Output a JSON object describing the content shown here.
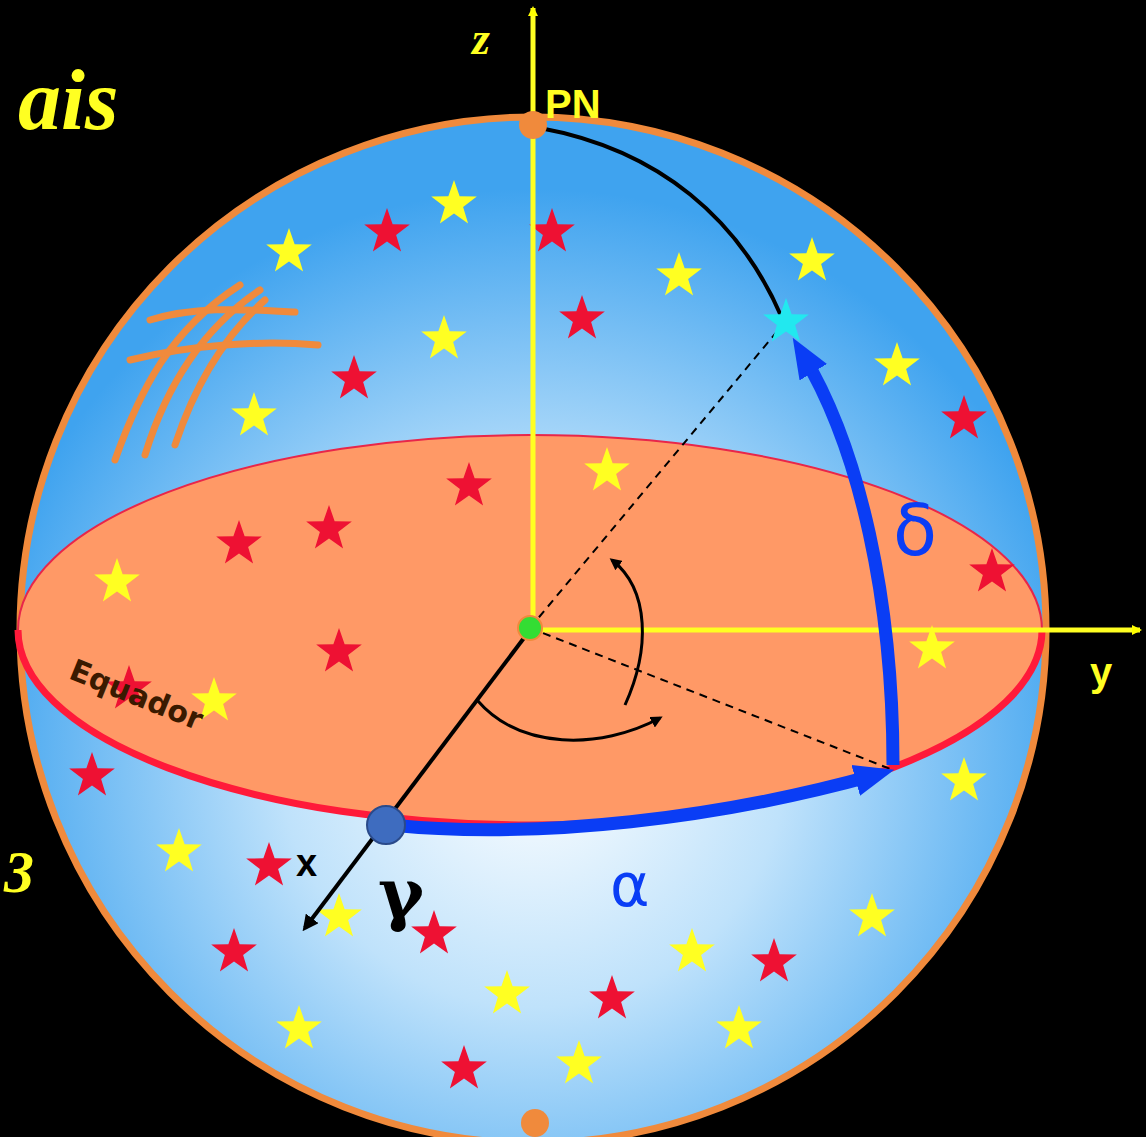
{
  "diagram": {
    "labels": [
      "ais",
      "z",
      "PN",
      "y",
      "x",
      "γ",
      "α",
      "δ",
      "Equador",
      "3"
    ]
  }
}
